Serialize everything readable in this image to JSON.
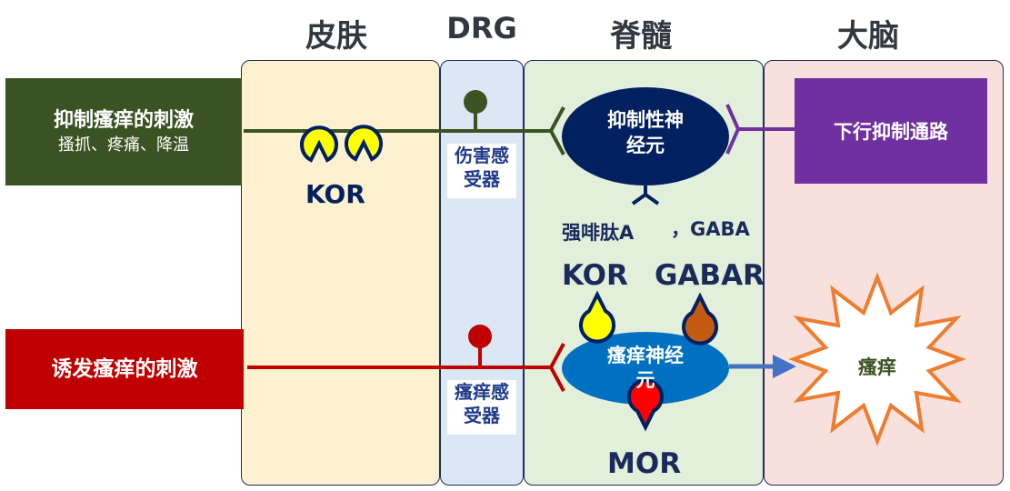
{
  "columns": {
    "skin": "皮肤",
    "drg": "DRG",
    "spinal": "脊髓",
    "brain": "大脑"
  },
  "stimuli": {
    "inhibit_title": "抑制瘙痒的刺激",
    "inhibit_sub": "搔抓、疼痛、降温",
    "induce_title": "诱发瘙痒的刺激"
  },
  "receptors": {
    "nociceptor": "伤害感受器",
    "pruriceptor": "瘙痒感受器",
    "kor_skin": "KOR",
    "kor_spinal": "KOR",
    "gabar": "GABAR",
    "mor": "MOR"
  },
  "neurons": {
    "inhibitory": "抑制性神经元",
    "itch": "瘙痒神经元"
  },
  "transmitters": {
    "dynorphin": "强啡肽A",
    "gaba": "，GABA"
  },
  "pathway": {
    "descending": "下行抑制通路"
  },
  "outcome": {
    "itch": "瘙痒"
  },
  "colors": {
    "skin_bg": "#fdf1cf",
    "drg_bg": "#dbe7f5",
    "spinal_bg": "#e2efda",
    "brain_bg": "#f8e1dc",
    "inhibit_green": "#3b5323",
    "induce_red": "#c00000",
    "pathway_purple": "#7030a0",
    "neuron_navy": "#002060",
    "itch_neuron_blue": "#0070c0",
    "kor_yellow": "#ffff00",
    "gabar_orange": "#c55a11",
    "mor_red": "#ff0000",
    "starburst_orange": "#ed7d31",
    "arrow_blue": "#4472c4"
  }
}
